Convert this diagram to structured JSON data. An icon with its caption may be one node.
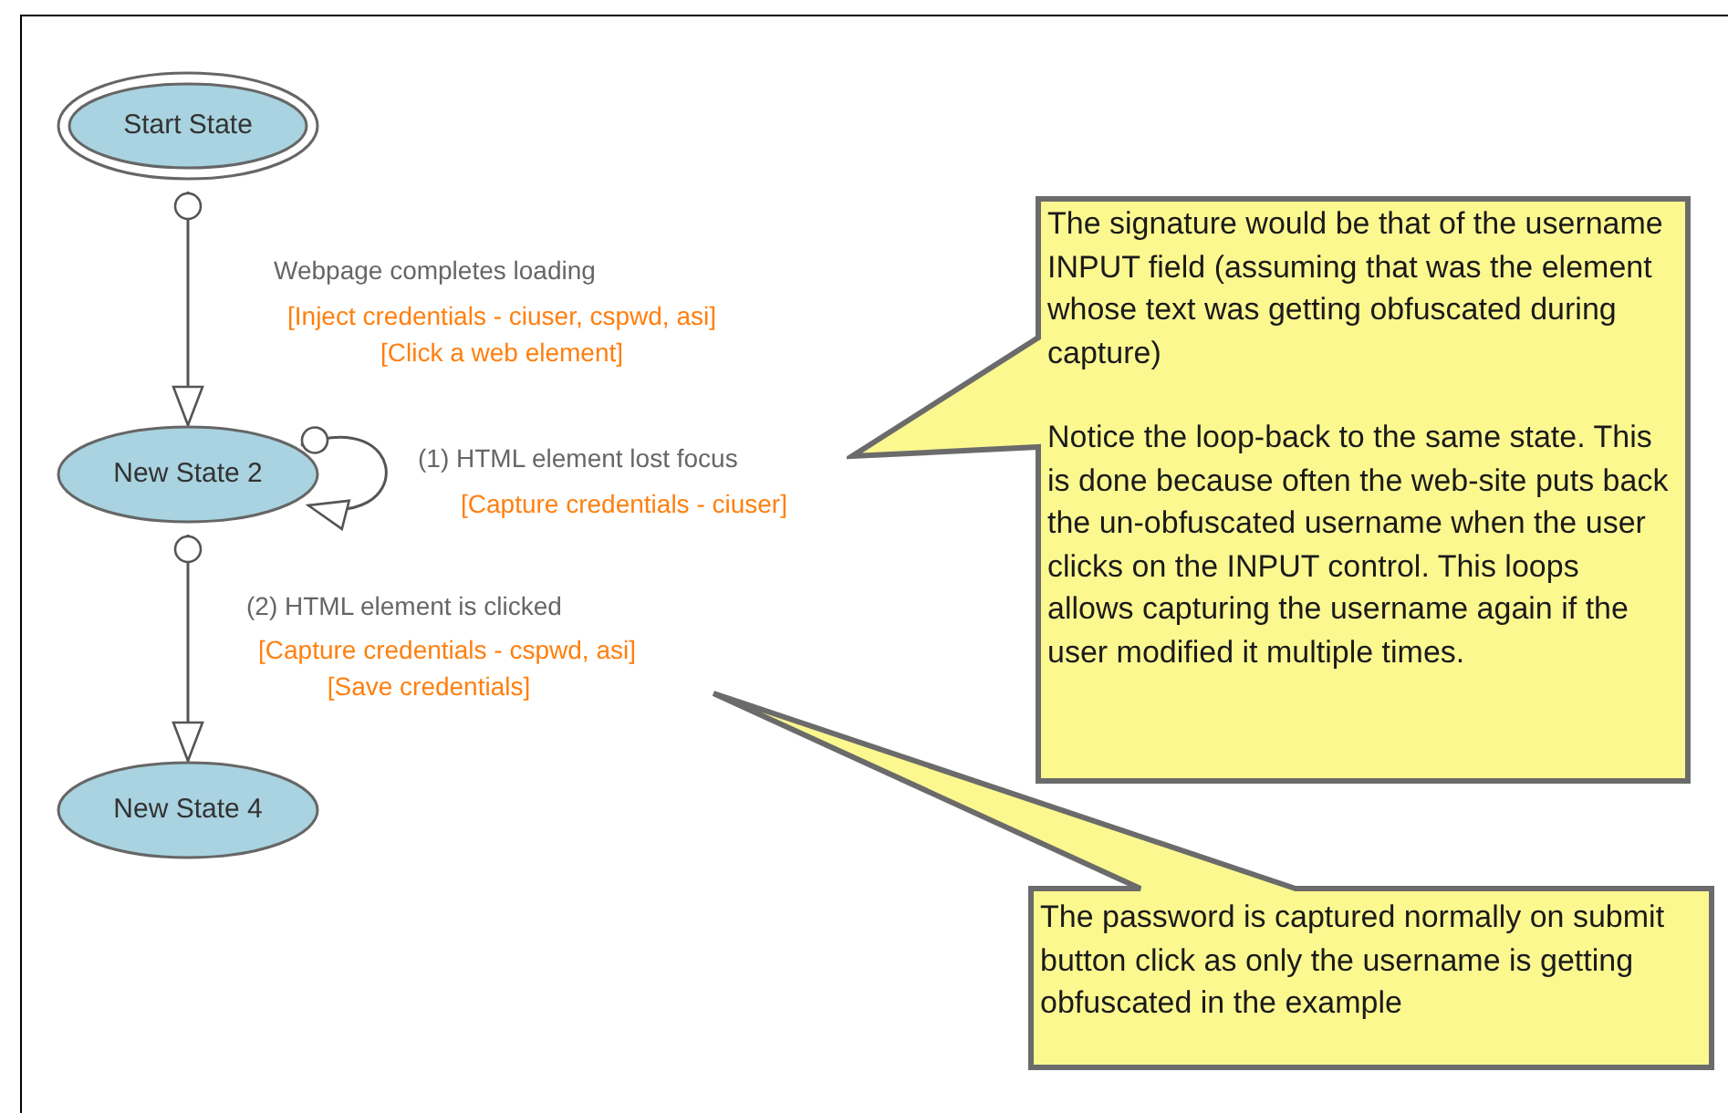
{
  "diagram": {
    "nodes": [
      {
        "text": [
          "Start State"
        ]
      },
      {
        "text": [
          "New State 2"
        ]
      },
      {
        "text": [
          "New State 4"
        ]
      },
      {
        "text": [
          "The signature would be that of the username INPUT field (assuming that was the element whose text was getting obfuscated during capture)",
          "Notice the loop-back to the same state. This is done because often the web-site puts back the un-obfuscated username when the user clicks on the INPUT control. This loops allows capturing the username again if the user modified it multiple times."
        ]
      },
      {
        "text": [
          "The password is captured normally on submit button click as only the username is getting obfuscated in the example"
        ]
      }
    ],
    "edges": [
      {
        "from": 0,
        "to": 1,
        "arrow": "to",
        "label": "Webpage completes loading"
      },
      {
        "from": 1,
        "to": 1,
        "arrow": "to",
        "label": "(1) HTML element lost focus"
      },
      {
        "from": 1,
        "to": 2,
        "arrow": "to",
        "label": "(2) HTML element is clicked"
      }
    ],
    "labels": [
      "[Inject credentials - ciuser, cspwd, asi]",
      "[Click a web element]",
      "[Capture credentials - ciuser]",
      "[Capture credentials - cspwd, asi]",
      "[Save credentials]"
    ]
  }
}
